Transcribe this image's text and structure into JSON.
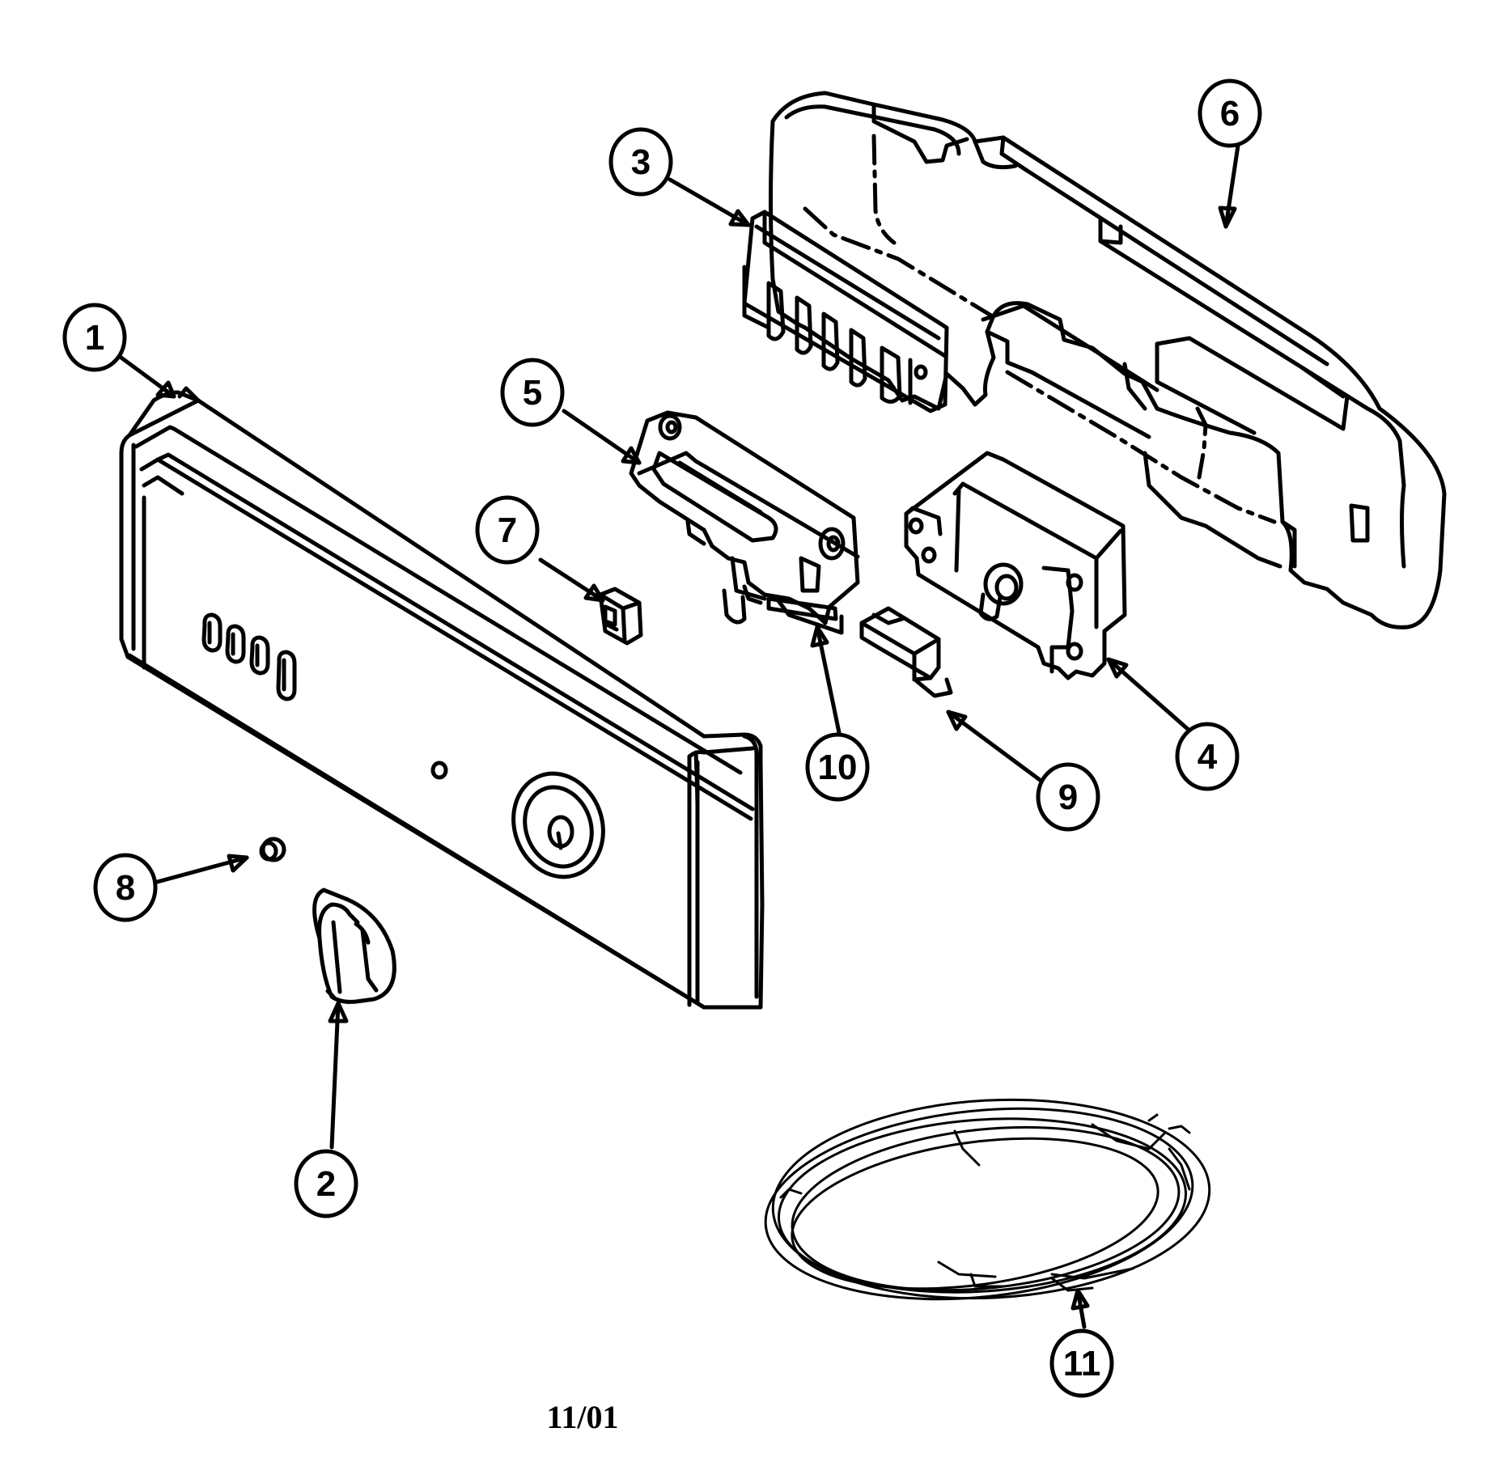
{
  "diagram": {
    "callouts": [
      {
        "id": "1",
        "label": "1"
      },
      {
        "id": "2",
        "label": "2"
      },
      {
        "id": "3",
        "label": "3"
      },
      {
        "id": "4",
        "label": "4"
      },
      {
        "id": "5",
        "label": "5"
      },
      {
        "id": "6",
        "label": "6"
      },
      {
        "id": "7",
        "label": "7"
      },
      {
        "id": "8",
        "label": "8"
      },
      {
        "id": "9",
        "label": "9"
      },
      {
        "id": "10",
        "label": "10"
      },
      {
        "id": "11",
        "label": "11"
      }
    ],
    "date_stamp": "11/01"
  }
}
